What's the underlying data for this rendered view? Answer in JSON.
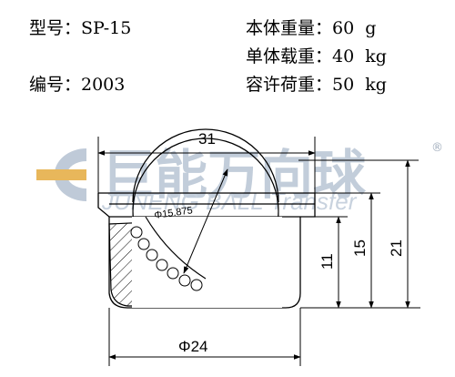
{
  "specs": {
    "model": "型号：SP-15",
    "code": "编号：2003",
    "body_weight": "本体重量：60  g",
    "single_load": "单体载重：40  kg",
    "allowed_load": "容许荷重：50  kg"
  },
  "watermark": {
    "cn": "巨能万向球",
    "en": "JUNENG BALL Transfer",
    "mark": "®",
    "color": "#bcc8d6"
  },
  "dimensions": {
    "top_width": "31",
    "ball_dia": "Φ15.875",
    "base_dia": "Φ24",
    "h_11": "11",
    "h_15": "15",
    "h_21": "21"
  }
}
